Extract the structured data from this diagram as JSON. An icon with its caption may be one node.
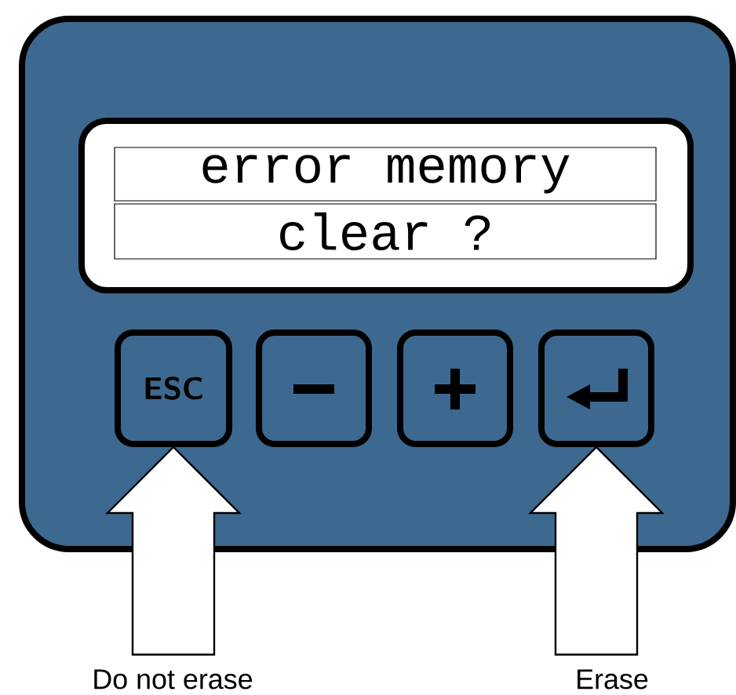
{
  "diagram": {
    "nodes": [
      {
        "text": [],
        "shape": "box"
      },
      {
        "text": [],
        "shape": "box",
        "in": 0
      },
      {
        "text": [
          "error memory"
        ],
        "in": 1
      },
      {
        "text": [
          "clear ?"
        ],
        "in": 1
      },
      {
        "text": [
          "ESC"
        ],
        "in": 0
      },
      {
        "text": [],
        "shape": "box",
        "in": 0
      },
      {
        "text": [],
        "shape": "box",
        "in": 0
      },
      {
        "text": [],
        "shape": "box",
        "in": 0
      },
      {
        "text": [
          "Do not erase"
        ]
      },
      {
        "text": [
          "Erase"
        ]
      }
    ],
    "edges": [
      {
        "from": 8,
        "to": 4,
        "arrow": "to"
      },
      {
        "from": 9,
        "to": 7,
        "arrow": "to"
      }
    ]
  }
}
